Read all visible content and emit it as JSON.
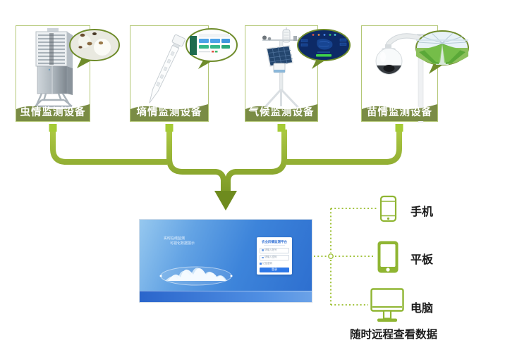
{
  "devices": [
    {
      "id": "insect",
      "label": "虫情监测设备"
    },
    {
      "id": "soil",
      "label": "墒情监测设备"
    },
    {
      "id": "climate",
      "label": "气候监测设备"
    },
    {
      "id": "seedling",
      "label": "苗情监测设备"
    }
  ],
  "platform": {
    "tagline_line1": "实时在线监测",
    "tagline_line2": "可视化数据展示",
    "login": {
      "title": "农业四情监测平台",
      "username_placeholder": "请输入账号",
      "password_placeholder": "请输入密码",
      "remember_label": "记住密码",
      "submit_label": "登录"
    }
  },
  "clients": [
    {
      "id": "phone",
      "label": "手机",
      "icon": "smartphone-icon"
    },
    {
      "id": "tablet",
      "label": "平板",
      "icon": "tablet-icon"
    },
    {
      "id": "computer",
      "label": "电脑",
      "icon": "desktop-monitor-icon"
    }
  ],
  "caption": "随时远程查看数据",
  "colors": {
    "accent_green": "#8FB532",
    "olive_bar": "#7A8C45",
    "connector_light": "#AFCB44",
    "connector_dark": "#6E8B1E",
    "node_square": "#A5CB35",
    "dotted_line": "#A2C33E",
    "platform_blue": "#3C82D9",
    "login_button_blue": "#2E78E8"
  }
}
